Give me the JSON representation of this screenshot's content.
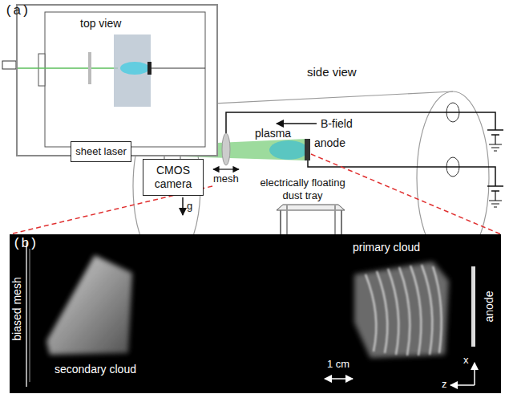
{
  "diagram": {
    "nodes": [
      {
        "text": [
          "top view"
        ]
      },
      {
        "text": [
          "CMOS camera"
        ]
      },
      {
        "text": [
          "sheet laser"
        ]
      }
    ],
    "labels": [
      "(a)",
      "side view",
      "B-field",
      "plasma",
      "anode",
      "mesh",
      "electrically floating dust tray",
      "g",
      "(b)",
      "biased mesh",
      "secondary cloud",
      "primary cloud",
      "1 cm",
      "anode",
      "x",
      "z"
    ]
  }
}
